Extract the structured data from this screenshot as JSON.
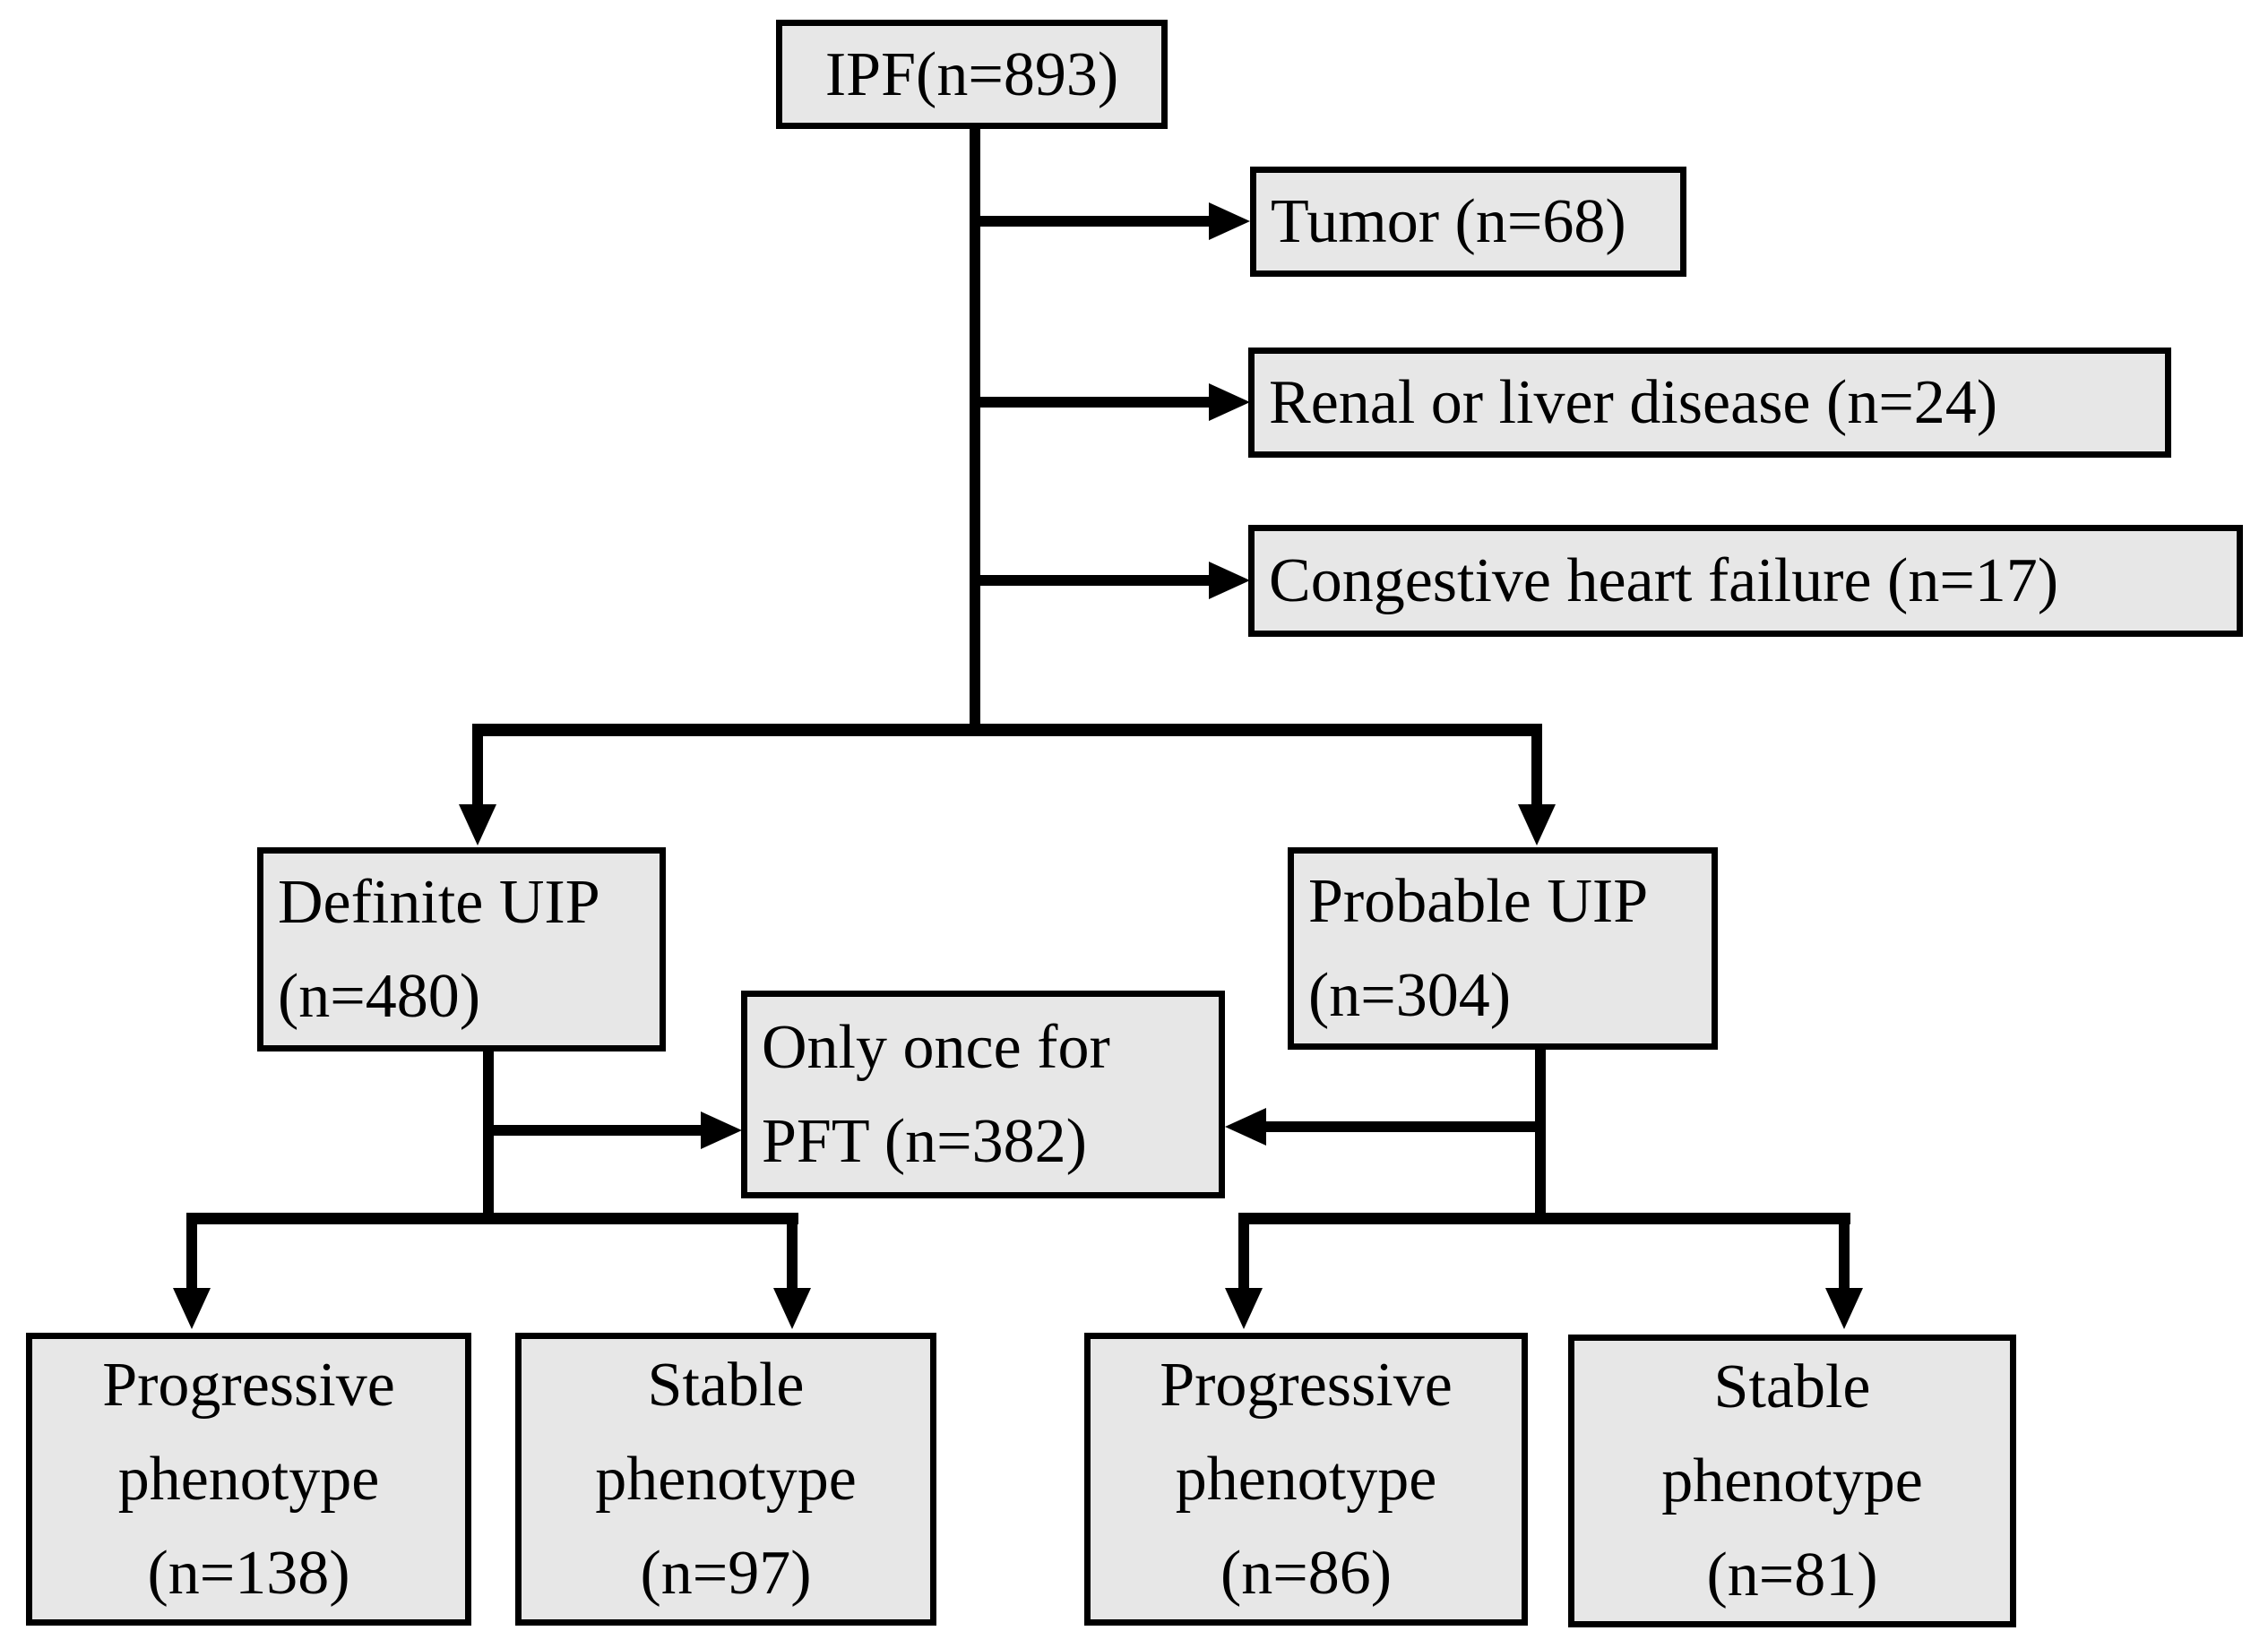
{
  "nodes": {
    "ipf": {
      "lines": [
        "IPF(n=893)"
      ]
    },
    "tumor": {
      "lines": [
        "Tumor (n=68)"
      ]
    },
    "renal": {
      "lines": [
        "Renal or liver disease (n=24)"
      ]
    },
    "chf": {
      "lines": [
        "Congestive heart failure (n=17)"
      ]
    },
    "definite_uip": {
      "lines": [
        "Definite UIP",
        "(n=480)"
      ]
    },
    "probable_uip": {
      "lines": [
        "Probable UIP",
        "(n=304)"
      ]
    },
    "pft_once": {
      "lines": [
        "Only once for",
        "PFT (n=382)"
      ]
    },
    "def_progressive": {
      "lines": [
        "Progressive",
        "phenotype",
        "(n=138)"
      ]
    },
    "def_stable": {
      "lines": [
        "Stable",
        "phenotype",
        "(n=97)"
      ]
    },
    "prob_progressive": {
      "lines": [
        "Progressive",
        "phenotype",
        "(n=86)"
      ]
    },
    "prob_stable": {
      "lines": [
        "Stable",
        "phenotype",
        "(n=81)"
      ]
    }
  },
  "counts": {
    "ipf": 893,
    "tumor": 68,
    "renal_or_liver_disease": 24,
    "congestive_heart_failure": 17,
    "definite_uip": 480,
    "probable_uip": 304,
    "only_once_for_pft": 382,
    "definite_progressive": 138,
    "definite_stable": 97,
    "probable_progressive": 86,
    "probable_stable": 81
  },
  "colors": {
    "box_fill": "#e7e7e7",
    "box_border": "#000000",
    "connector": "#000000",
    "background": "#ffffff"
  }
}
